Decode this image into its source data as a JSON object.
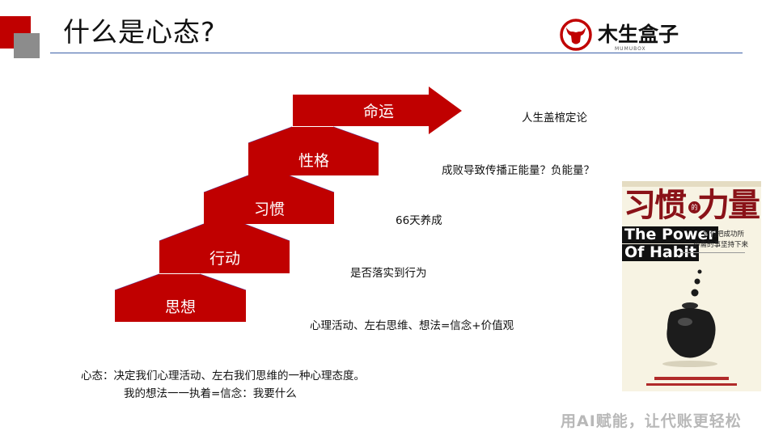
{
  "title": "什么是心态?",
  "logo": {
    "name": "木生盒子",
    "sub": "MUMUBOX"
  },
  "steps": [
    {
      "label": "思想",
      "note": "心理活动、左右思维、想法=信念+价值观"
    },
    {
      "label": "行动",
      "note": "是否落实到行为"
    },
    {
      "label": "习惯",
      "note": "66天养成"
    },
    {
      "label": "性格",
      "note": "成败导致传播正能量？负能量？"
    },
    {
      "label": "命运",
      "note": "人生盖棺定论"
    }
  ],
  "definition": {
    "line1": "心态：决定我们心理活动、左右我们思维的一种心理态度。",
    "line2": "我的想法一一执着=信念：我要什么"
  },
  "book": {
    "title_cn_1": "习惯",
    "title_cn_de": "的",
    "title_cn_2": "力量",
    "title_en_1": "The Power",
    "title_en_2": "Of Habit",
    "subtitle_1": "如何把成功所",
    "subtitle_2": "必需的事坚持下来"
  },
  "footer": "用AI赋能，让代账更轻松",
  "colors": {
    "accent_red": "#c00000",
    "corner_gray": "#8c8c8c",
    "divider_blue": "#3b5fa8",
    "footer_gray": "#b8b8b8"
  },
  "icons": {
    "logo_mark": "bull-head-icon"
  }
}
